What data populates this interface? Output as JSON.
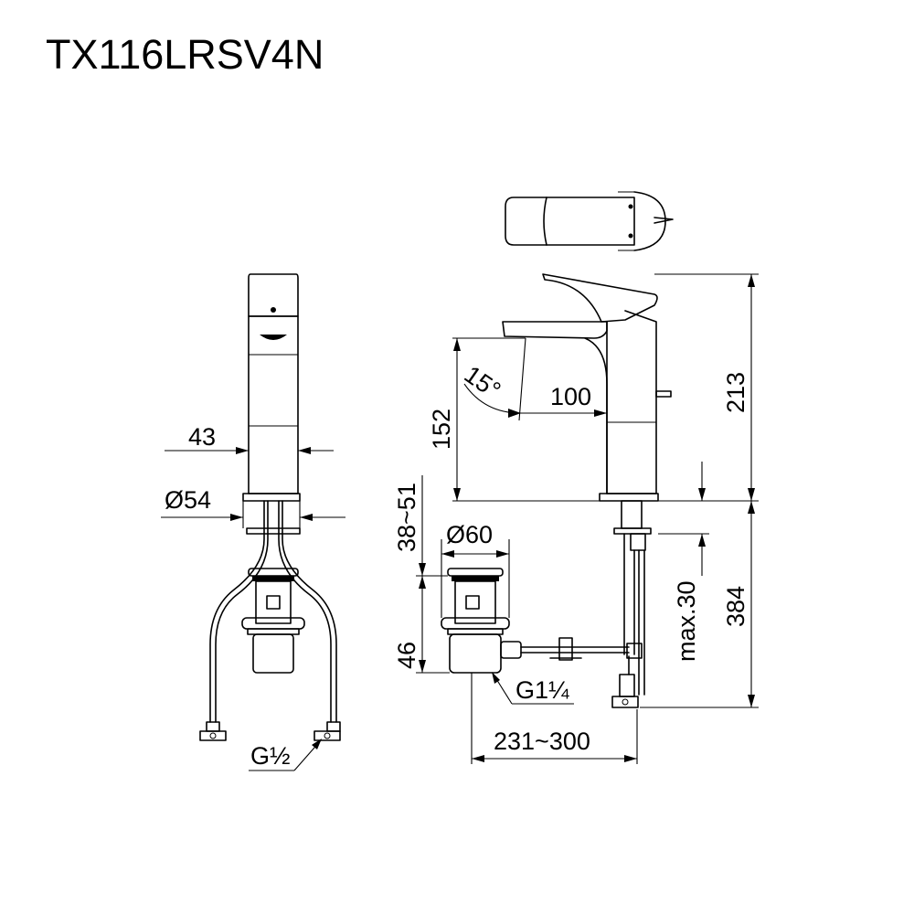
{
  "title": "TX116LRSV4N",
  "front_view": {
    "body_width": "43",
    "base_diameter": "Ø54",
    "supply_thread": "G½"
  },
  "side_view": {
    "angle": "15°",
    "reach": "100",
    "spout_height": "152",
    "total_height": "213",
    "deck_thickness": "38~51",
    "drain_diameter": "Ø60",
    "drain_height": "46",
    "drain_thread": "G1¼",
    "max_depth": "max.30",
    "below_deck": "384",
    "trap_distance": "231~300"
  }
}
